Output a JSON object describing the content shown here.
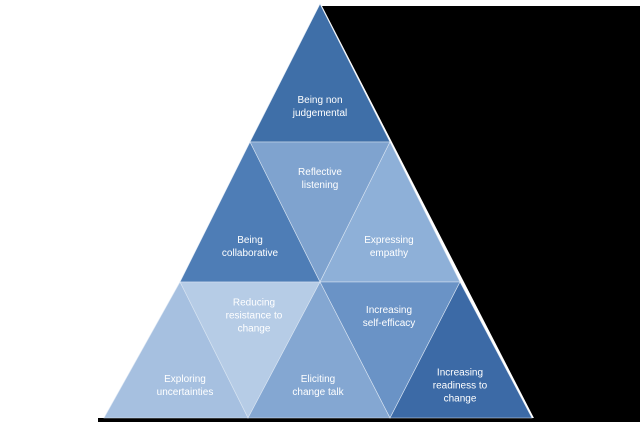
{
  "diagram": {
    "segments": [
      {
        "key": "being_non_judgemental",
        "lines": [
          "Being non",
          "judgemental"
        ],
        "shade": "top"
      },
      {
        "key": "reflective_listening",
        "lines": [
          "Reflective",
          "listening"
        ],
        "shade": "light"
      },
      {
        "key": "being_collaborative",
        "lines": [
          "Being",
          "collaborative"
        ],
        "shade": "mid"
      },
      {
        "key": "expressing_empathy",
        "lines": [
          "Expressing",
          "empathy"
        ],
        "shade": "pale"
      },
      {
        "key": "reducing_resistance",
        "lines": [
          "Reducing",
          "resistance to",
          "change"
        ],
        "shade": "palest"
      },
      {
        "key": "increasing_self_efficacy",
        "lines": [
          "Increasing",
          "self-efficacy"
        ],
        "shade": "midlight"
      },
      {
        "key": "exploring_uncertainties",
        "lines": [
          "Exploring",
          "uncertainties"
        ],
        "shade": "pale2"
      },
      {
        "key": "eliciting_change_talk",
        "lines": [
          "Eliciting",
          "change talk"
        ],
        "shade": "light2"
      },
      {
        "key": "increasing_readiness",
        "lines": [
          "Increasing",
          "readiness to",
          "change"
        ],
        "shade": "deep"
      }
    ],
    "colors": {
      "top": "#3f6fa8",
      "light": "#7fa3cf",
      "mid": "#4e7db6",
      "pale": "#8eb0d8",
      "palest": "#b6cce6",
      "midlight": "#6a93c6",
      "pale2": "#a6c0e0",
      "light2": "#84a7d2",
      "deep": "#3c6aa6",
      "shadow": "#000000",
      "separator": "#dbe6f3"
    }
  }
}
